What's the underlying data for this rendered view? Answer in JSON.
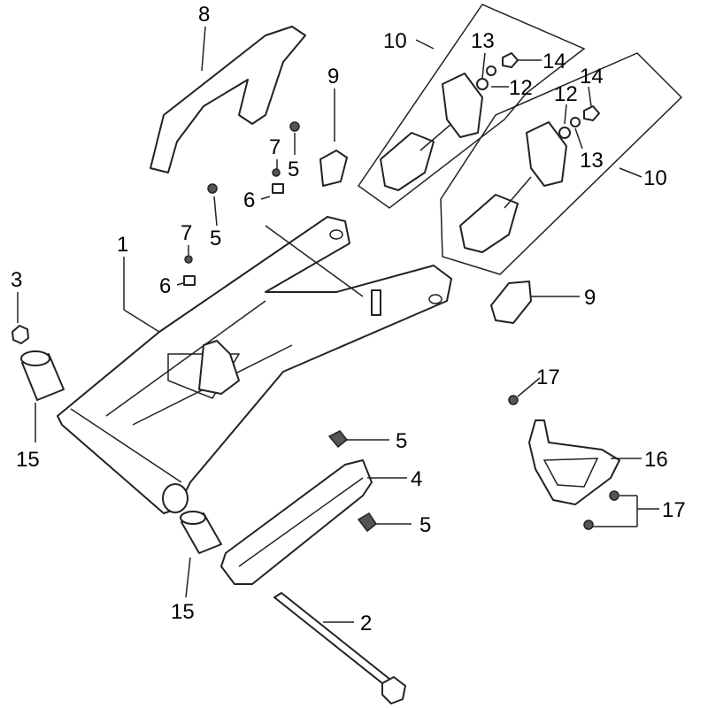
{
  "callouts": {
    "swingarm": "1",
    "axle_bolt": "2",
    "nut": "3",
    "chain_guard_lower": "4",
    "bolt_a": "5",
    "bolt_b": "5",
    "bolt_c": "5",
    "bolt_d": "5",
    "collar_a": "6",
    "collar_b": "6",
    "washer_a": "7",
    "washer_b": "7",
    "chain_guard_upper": "8",
    "plate_upper": "9",
    "plate_lower": "9",
    "adjuster_left": "10",
    "adjuster_right": "10",
    "washer12_left": "12",
    "washer12_right": "12",
    "washer13_left": "13",
    "washer13_right": "13",
    "nut14_left": "14",
    "nut14_right": "14",
    "bushing_left": "15",
    "bushing_right": "15",
    "bracket": "16",
    "bolt17_top": "17",
    "bolt17_bottom": "17"
  },
  "colors": {
    "line": "#222222",
    "background": "#ffffff"
  }
}
